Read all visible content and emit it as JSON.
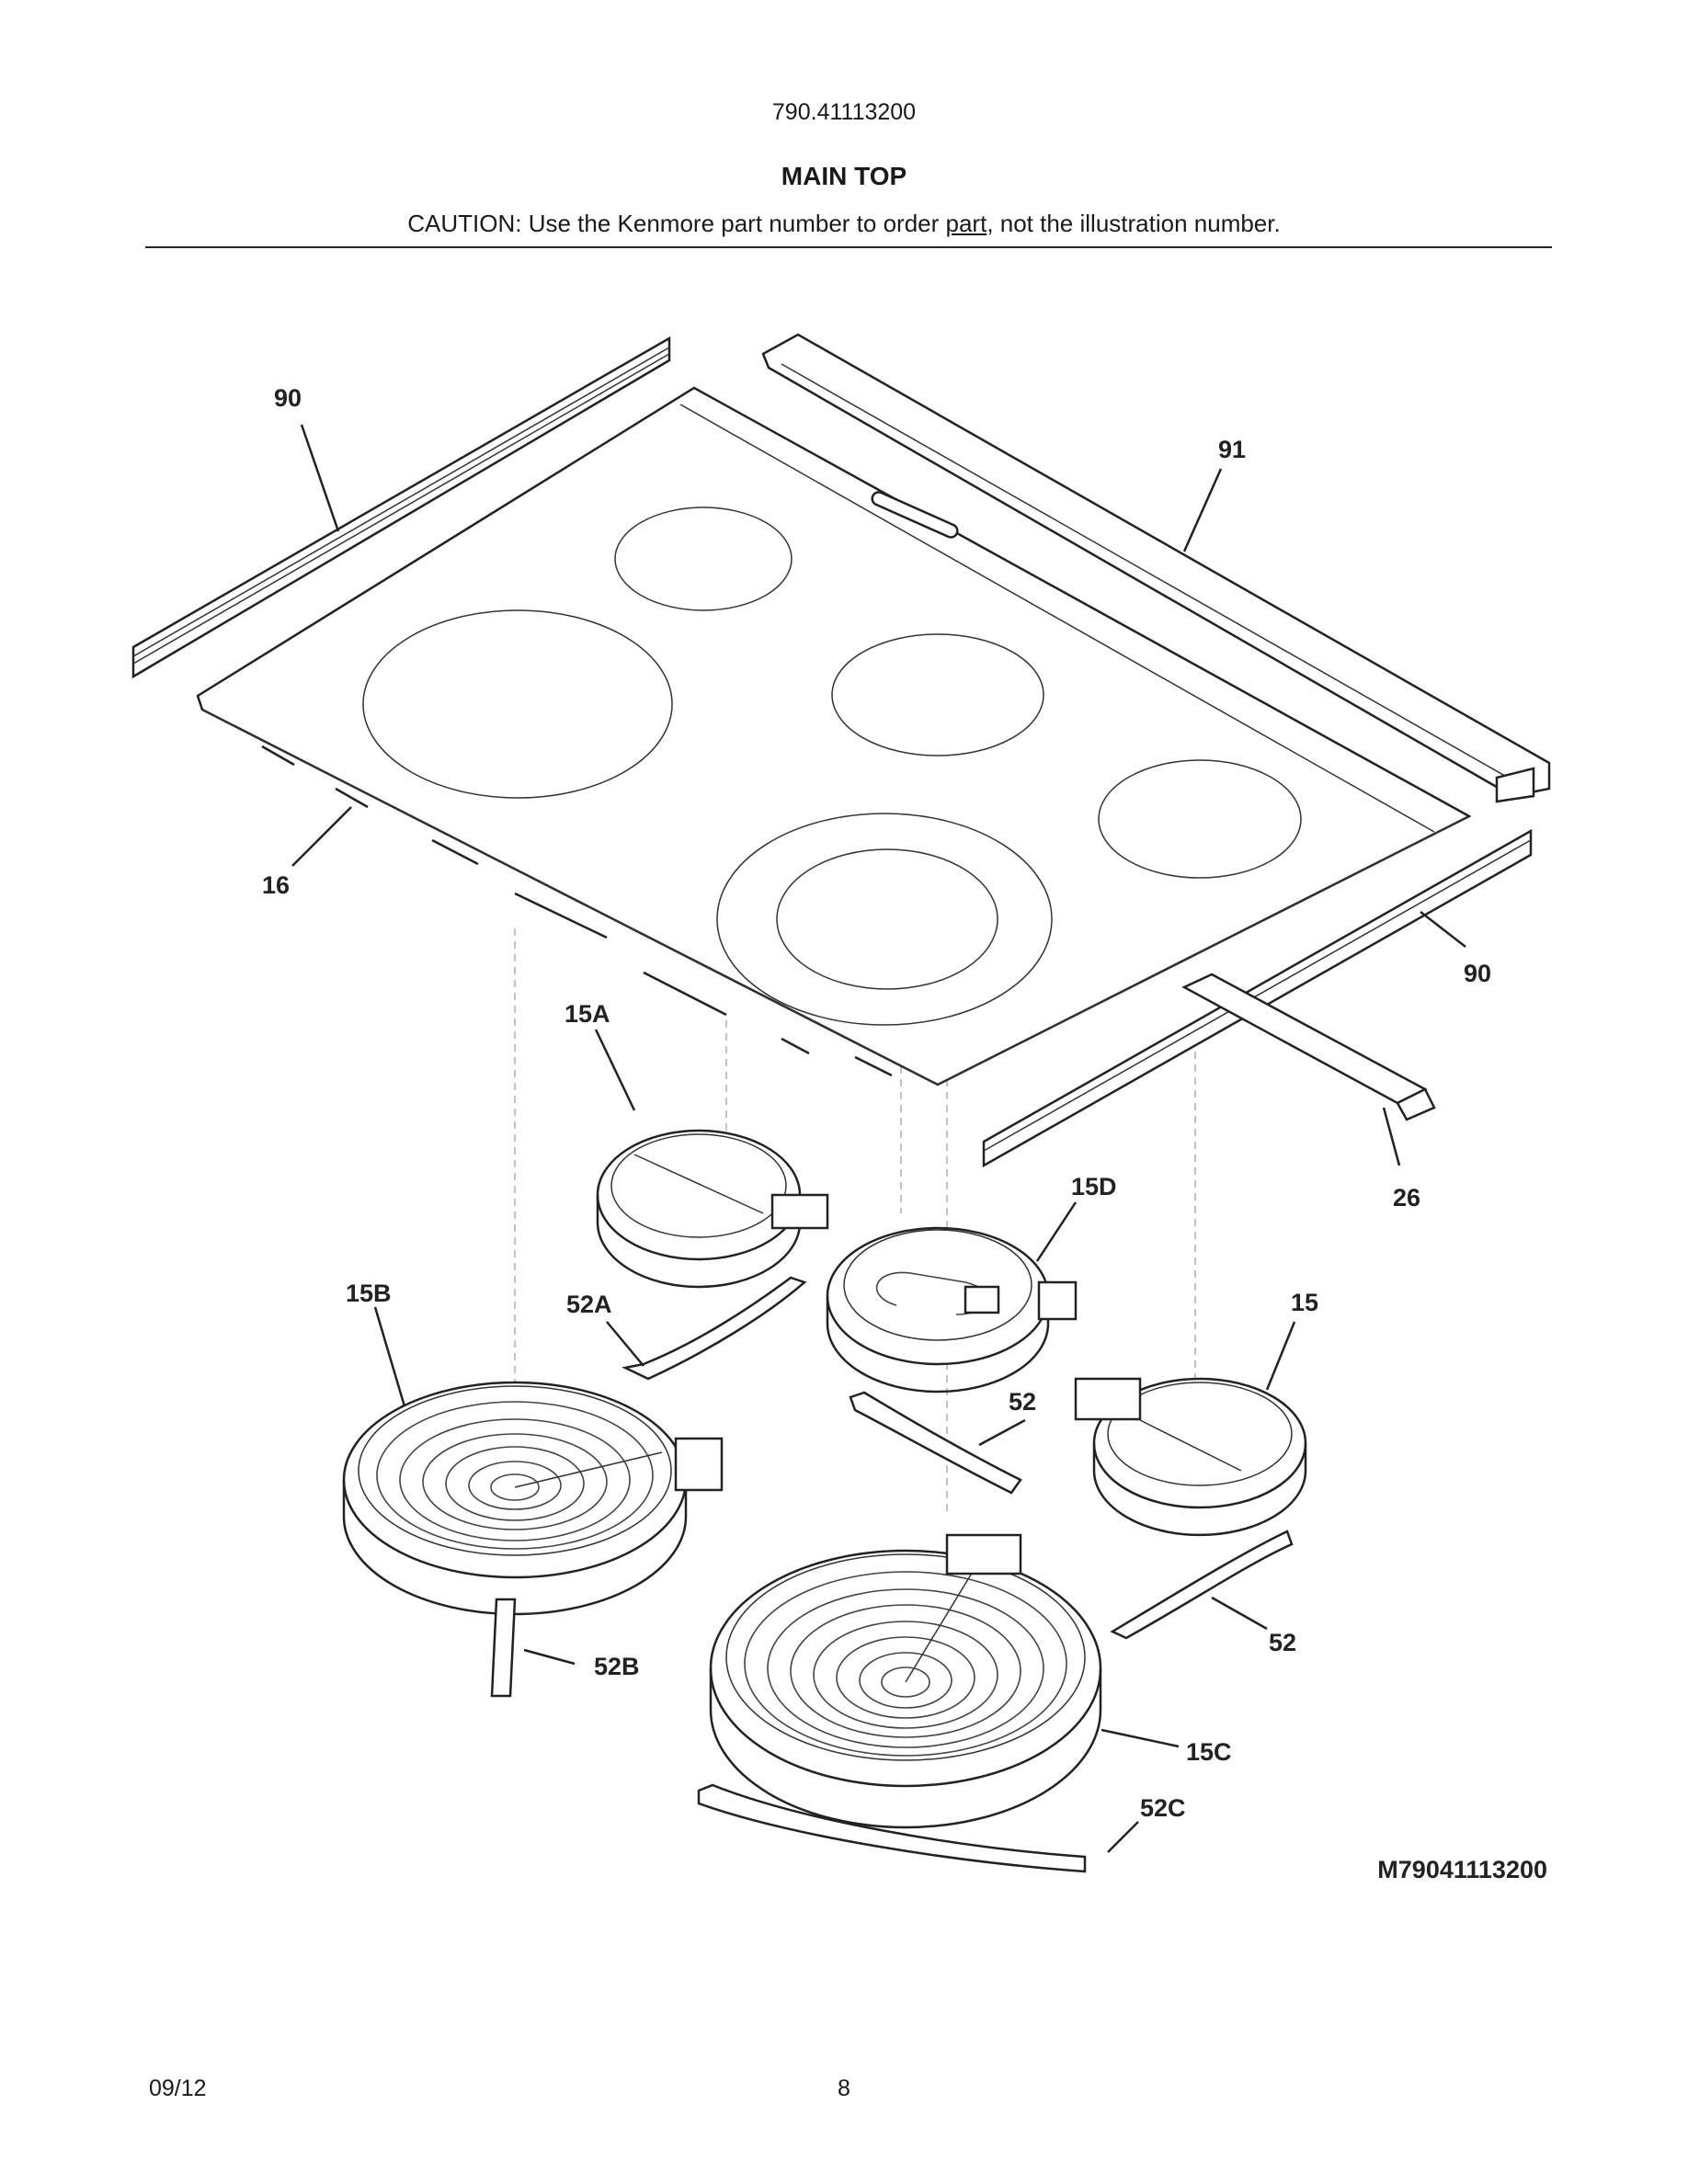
{
  "header": {
    "model_number": "790.41113200",
    "title": "MAIN TOP",
    "caution_before": "CAUTION: Use the Kenmore part number to order ",
    "caution_underlined": "part",
    "caution_after": ", not the illustration number."
  },
  "callouts": {
    "c90_left": "90",
    "c91": "91",
    "c16": "16",
    "c90_right": "90",
    "c15A": "15A",
    "c15D": "15D",
    "c26": "26",
    "c15B": "15B",
    "c52A": "52A",
    "c15": "15",
    "c52_mid": "52",
    "c52_right": "52",
    "c52B": "52B",
    "c15C": "15C",
    "c52C": "52C"
  },
  "drawing_code": "M79041113200",
  "footer": {
    "date": "09/12",
    "page": "8"
  }
}
